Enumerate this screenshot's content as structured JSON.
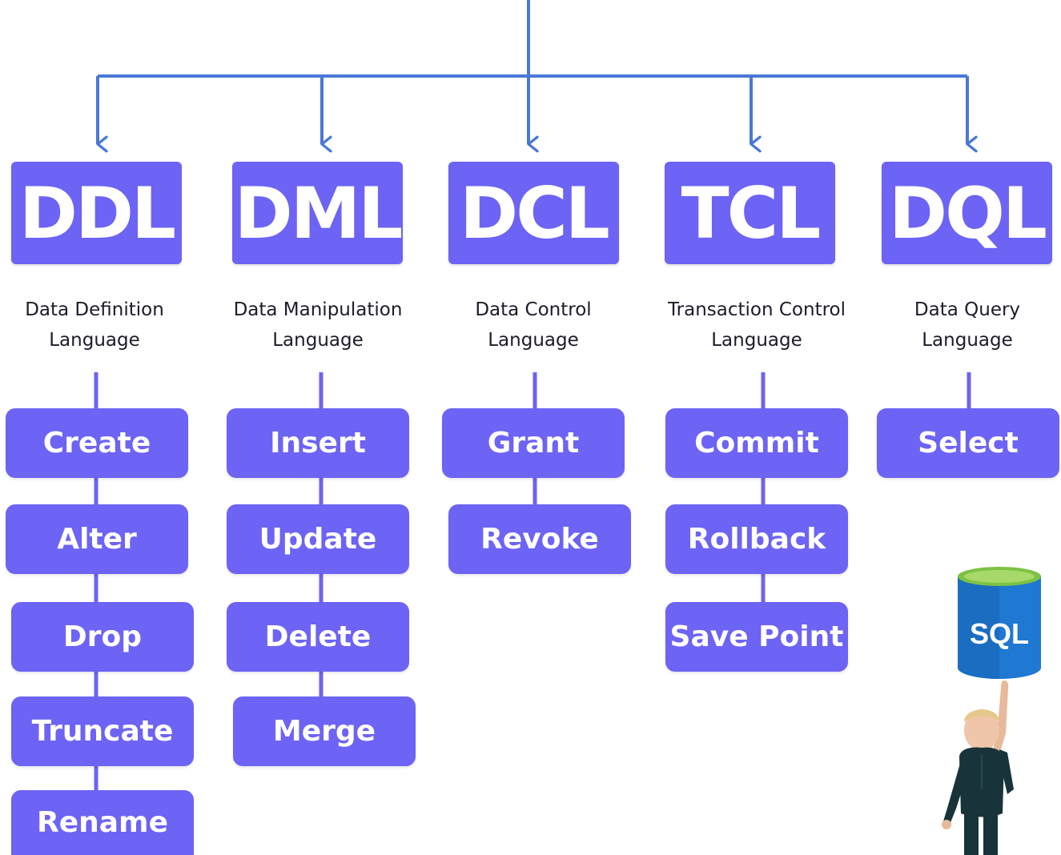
{
  "colors": {
    "box": "#6d63f4",
    "line": "#4a78d6",
    "text": "#1c1c2a"
  },
  "categories": [
    {
      "abbr": "DDL",
      "desc": "Data Definition\nLanguage",
      "commands": [
        "Create",
        "Alter",
        "Drop",
        "Truncate",
        "Rename"
      ]
    },
    {
      "abbr": "DML",
      "desc": "Data Manipulation\nLanguage",
      "commands": [
        "Insert",
        "Update",
        "Delete",
        "Merge"
      ]
    },
    {
      "abbr": "DCL",
      "desc": "Data Control\nLanguage",
      "commands": [
        "Grant",
        "Revoke"
      ]
    },
    {
      "abbr": "TCL",
      "desc": "Transaction Control\nLanguage",
      "commands": [
        "Commit",
        "Rollback",
        "Save Point"
      ]
    },
    {
      "abbr": "DQL",
      "desc": "Data Query\nLanguage",
      "commands": [
        "Select"
      ]
    }
  ],
  "badge": {
    "label": "SQL",
    "icon": "sql-database-icon"
  },
  "figure": {
    "icon": "child-pointing-figure"
  }
}
